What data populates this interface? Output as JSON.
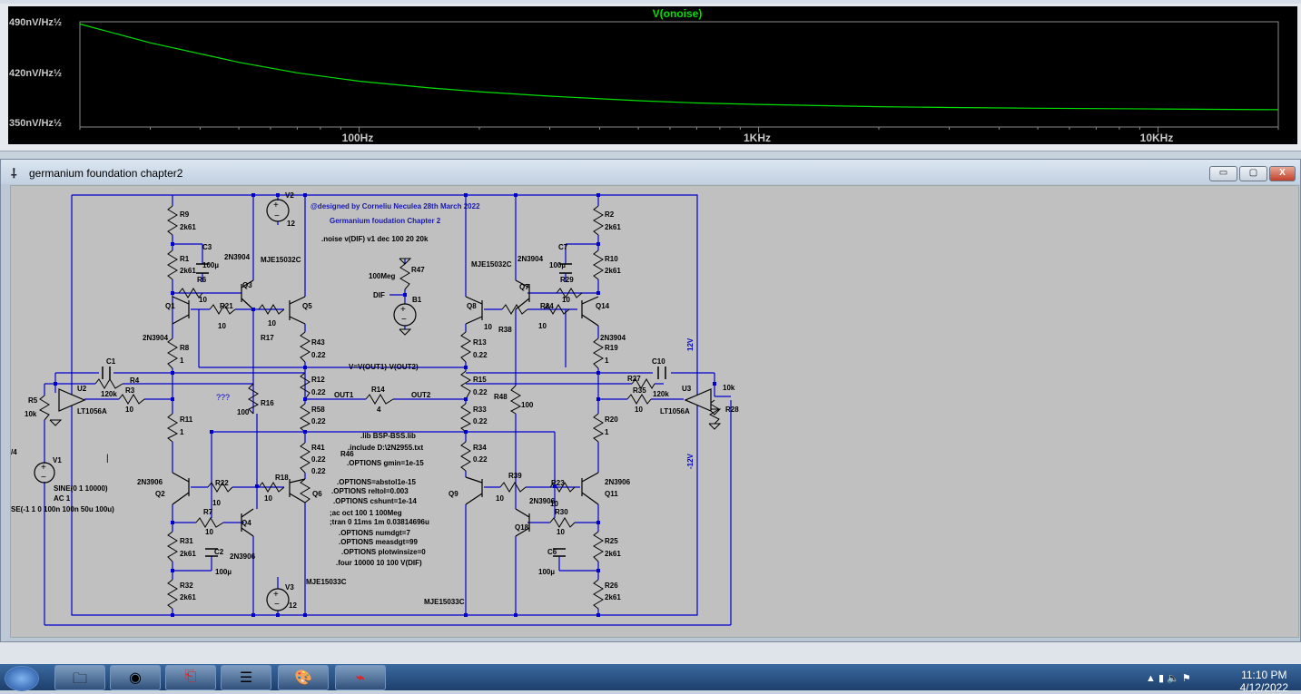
{
  "plot": {
    "trace_name": "V(onoise)",
    "trace_color": "#00e000",
    "y_ticks": [
      "490nV/Hz½",
      "420nV/Hz½",
      "350nV/Hz½"
    ],
    "x_ticks": [
      "100Hz",
      "1KHz",
      "10KHz"
    ]
  },
  "chart_data": {
    "type": "line",
    "title": "V(onoise)",
    "xlabel": "",
    "ylabel": "",
    "x_scale": "log",
    "xlim": [
      20,
      20000
    ],
    "ylim": [
      350,
      490
    ],
    "x": [
      20,
      30,
      50,
      70,
      100,
      150,
      200,
      300,
      500,
      700,
      1000,
      2000,
      3000,
      5000,
      10000,
      20000
    ],
    "y": [
      487,
      462,
      436,
      422,
      411,
      402,
      397,
      391,
      385,
      382,
      380,
      377,
      376,
      375,
      374,
      373
    ]
  },
  "schematic_window": {
    "title": "germanium foundation chapter2",
    "buttons": {
      "minimize": "▭",
      "restore": "▢",
      "close": "X"
    }
  },
  "schematic": {
    "wire_color": "#0000cc",
    "comment_color": "#1a1aa8",
    "comments": [
      "@designed by Corneliu Neculea 28th March 2022",
      "Germanium foudation Chapter 2"
    ],
    "directives": [
      ".noise v(DIF) v1 dec 100 20 20k",
      ".lib BSP-BSS.lib",
      ".include D:\\2N2955.txt",
      ".OPTIONS gmin=1e-15",
      ".OPTIONS=abstol1e-15",
      ".OPTIONS reltol=0.003",
      ".OPTIONS cshunt=1e-14",
      ";ac oct 100 1 100Meg",
      ";tran 0 11ms 1m 0.03814696u",
      ".OPTIONS numdgt=7",
      ".OPTIONS measdgt=99",
      ".OPTIONS plotwinsize=0",
      ".four 10000 10 100 V(DIF)"
    ],
    "bv_expr": "V=V(OUT1)-V(OUT2)",
    "labels": {
      "R9": "R9",
      "R9v": "2k61",
      "R1": "R1",
      "R1v": "2k61",
      "C3": "C3",
      "C3v": "100µ",
      "R6": "R6",
      "R6v": "10",
      "Q3": "Q3",
      "Q3t": "2N3904",
      "Q5t": "MJE15032C",
      "Q5": "Q5",
      "Q1": "Q1",
      "R21": "R21",
      "R21v": "10",
      "R17v": "10",
      "R17": "R17",
      "Q1t": "2N3904",
      "R8": "R8",
      "R8v": "1",
      "R43": "R43",
      "R43v": "0.22",
      "V2": "V2",
      "V2v": "12",
      "R47": "R47",
      "R47v": "100Meg",
      "DIF": "DIF",
      "B1": "B1",
      "C1": "C1",
      "R4": "R4",
      "R4v": "120k",
      "U2": "U2",
      "R3": "R3",
      "R3v": "10",
      "R5": "R5",
      "R5v": "10k",
      "U2t": "LT1056A",
      "qqq": "???",
      "R16": "R16",
      "R16v": "100",
      "R12": "R12",
      "R12v": "0.22",
      "OUT1": "OUT1",
      "R14": "R14",
      "R14v": "4",
      "OUT2": "OUT2",
      "R58": "R58",
      "R58v": "0.22",
      "R11": "R11",
      "R11v": "1",
      "R41": "R41",
      "R41a": "0.22",
      "R41b": "0.22",
      "R46": "R46",
      "V1": "V1",
      "V1a": "SINE(0 1 10000)",
      "V1b": "AC 1",
      "V1c": "SE(-1 1 0 100n 100n 50u 100u)",
      "Q2t": "2N3906",
      "Q2": "Q2",
      "R22": "R22",
      "R22v": "10",
      "R18": "R18",
      "R18v": "10",
      "Q6": "Q6",
      "R7": "R7",
      "R7v": "10",
      "Q4": "Q4",
      "R31": "R31",
      "R31v": "2k61",
      "C2": "C2",
      "C2v": "100µ",
      "Q4t": "2N3906",
      "R32": "R32",
      "R32v": "2k61",
      "V3": "V3",
      "V3v": "12",
      "Q6t": "MJE15033C",
      "R2": "R2",
      "R2v": "2k61",
      "C7": "C7",
      "C7v": "100µ",
      "R10": "R10",
      "R10v": "2k61",
      "Q7t": "2N3904",
      "Q8t": "MJE15032C",
      "Q7": "Q7",
      "R29": "R29",
      "R29v": "10",
      "Q8": "Q8",
      "R24": "R24",
      "R24v": "10",
      "Q14": "Q14",
      "R38v": "10",
      "R38": "R38",
      "R13": "R13",
      "R13v": "0.22",
      "Q14t": "2N3904",
      "R19": "R19",
      "R19v": "1",
      "R15": "R15",
      "R15v": "0.22",
      "R48": "R48",
      "R48v": "100",
      "R33": "R33",
      "R33v": "0.22",
      "R34": "R34",
      "R34v": "0.22",
      "C10": "C10",
      "R27": "R27",
      "R27v": "120k",
      "R35": "R35",
      "R35v": "10",
      "U3": "U3",
      "U3t": "LT1056A",
      "R28": "R28",
      "R28v": "10k",
      "R20": "R20",
      "R20v": "1",
      "12V": "12V",
      "m12V": "-12V",
      "Q9": "Q9",
      "R39": "R39",
      "R39v": "10",
      "R23": "R23",
      "Q11t": "2N3906",
      "Q11": "Q11",
      "Q18t": "2N3906",
      "Q18": "Q18",
      "R30": "R30",
      "R30v": "10",
      "R23v": "10",
      "R25": "R25",
      "R25v": "2k61",
      "C6": "C6",
      "C6v": "100µ",
      "R26": "R26",
      "R26v": "2k61",
      "Q9t": "MJE15033C",
      "edge4": "/4"
    }
  },
  "taskbar": {
    "time": "11:10 PM",
    "date": "4/12/2022",
    "apps": [
      "explorer",
      "firefox",
      "acrobat",
      "notes",
      "paint",
      "ltspice"
    ]
  }
}
